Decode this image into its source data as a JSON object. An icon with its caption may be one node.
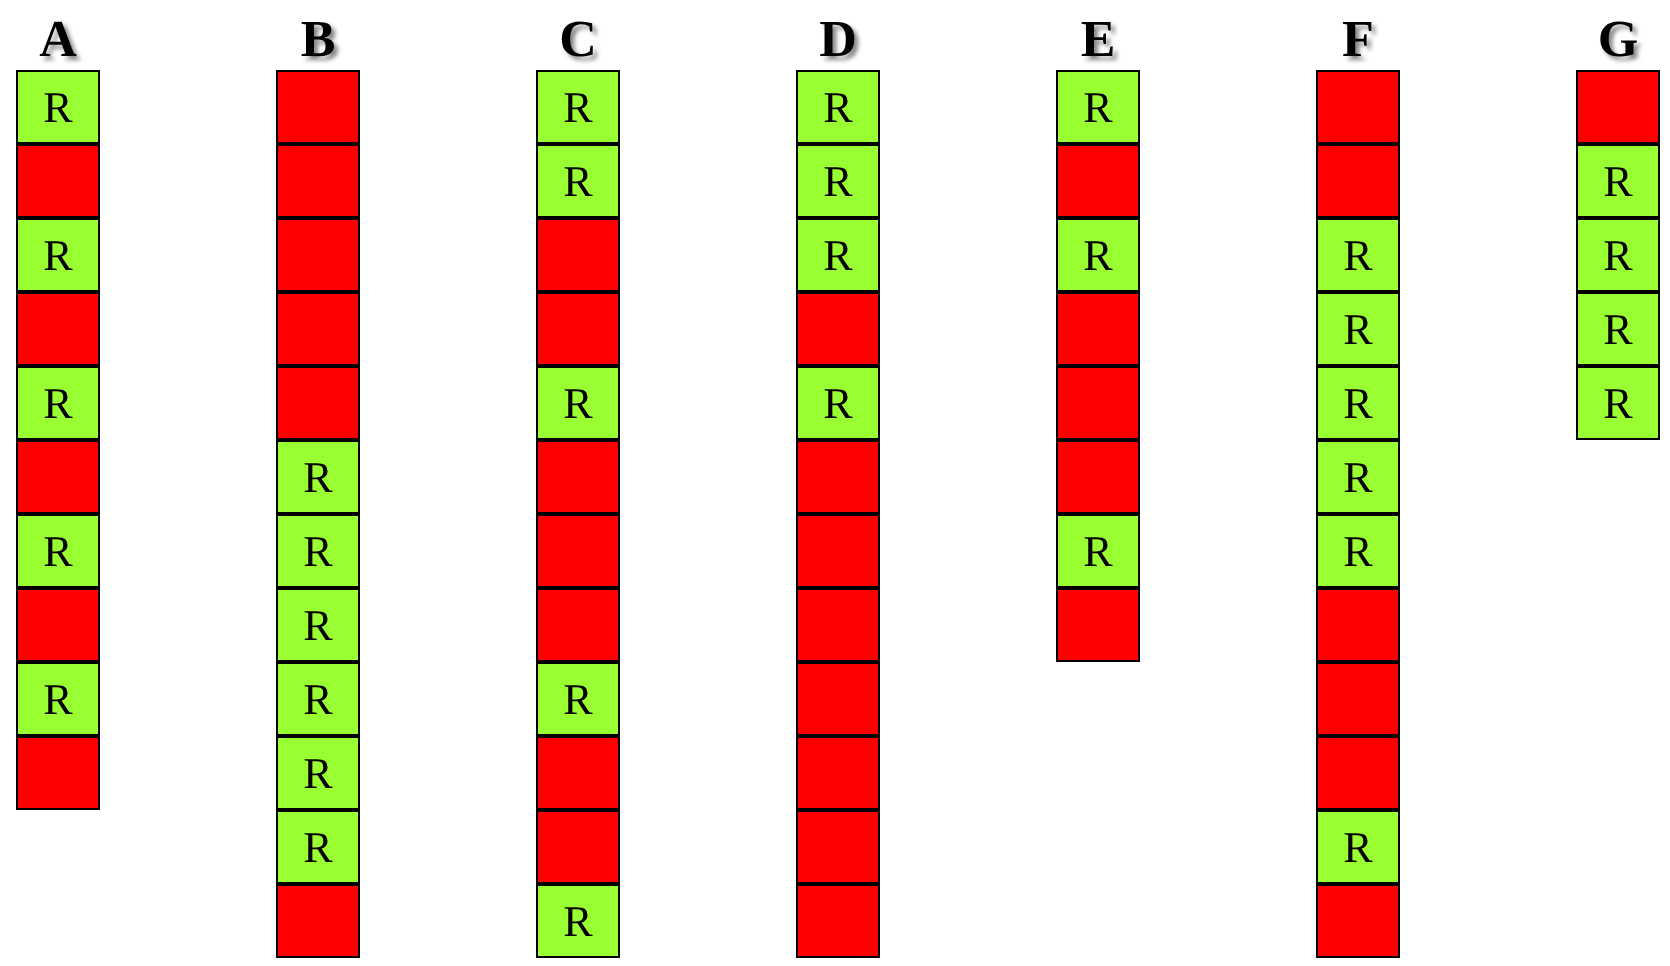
{
  "diagram": {
    "labels": [
      "A",
      "B",
      "C",
      "D",
      "E",
      "F",
      "G"
    ],
    "nodes": [
      {
        "text": [
          "R"
        ]
      },
      {
        "text": [],
        "shape": "box"
      },
      {
        "text": [
          "R"
        ]
      },
      {
        "text": [],
        "shape": "box"
      },
      {
        "text": [
          "R"
        ]
      },
      {
        "text": [],
        "shape": "box"
      },
      {
        "text": [
          "R"
        ]
      },
      {
        "text": [],
        "shape": "box"
      },
      {
        "text": [
          "R"
        ]
      },
      {
        "text": [],
        "shape": "box"
      },
      {
        "text": [],
        "shape": "box"
      },
      {
        "text": [],
        "shape": "box"
      },
      {
        "text": [],
        "shape": "box"
      },
      {
        "text": [],
        "shape": "box"
      },
      {
        "text": [],
        "shape": "box"
      },
      {
        "text": [
          "R"
        ]
      },
      {
        "text": [
          "R"
        ]
      },
      {
        "text": [
          "R"
        ]
      },
      {
        "text": [
          "R"
        ]
      },
      {
        "text": [
          "R"
        ]
      },
      {
        "text": [
          "R"
        ]
      },
      {
        "text": [],
        "shape": "box"
      },
      {
        "text": [
          "R"
        ]
      },
      {
        "text": [
          "R"
        ]
      },
      {
        "text": [],
        "shape": "box"
      },
      {
        "text": [],
        "shape": "box"
      },
      {
        "text": [
          "R"
        ]
      },
      {
        "text": [],
        "shape": "box"
      },
      {
        "text": [],
        "shape": "box"
      },
      {
        "text": [],
        "shape": "box"
      },
      {
        "text": [
          "R"
        ]
      },
      {
        "text": [],
        "shape": "box"
      },
      {
        "text": [],
        "shape": "box"
      },
      {
        "text": [
          "R"
        ]
      },
      {
        "text": [
          "R"
        ]
      },
      {
        "text": [
          "R"
        ]
      },
      {
        "text": [
          "R"
        ]
      },
      {
        "text": [],
        "shape": "box"
      },
      {
        "text": [
          "R"
        ]
      },
      {
        "text": [],
        "shape": "box"
      },
      {
        "text": [],
        "shape": "box"
      },
      {
        "text": [],
        "shape": "box"
      },
      {
        "text": [],
        "shape": "box"
      },
      {
        "text": [],
        "shape": "box"
      },
      {
        "text": [],
        "shape": "box"
      },
      {
        "text": [],
        "shape": "box"
      },
      {
        "text": [
          "R"
        ]
      },
      {
        "text": [],
        "shape": "box"
      },
      {
        "text": [
          "R"
        ]
      },
      {
        "text": [],
        "shape": "box"
      },
      {
        "text": [],
        "shape": "box"
      },
      {
        "text": [],
        "shape": "box"
      },
      {
        "text": [
          "R"
        ]
      },
      {
        "text": [],
        "shape": "box"
      },
      {
        "text": [],
        "shape": "box"
      },
      {
        "text": [],
        "shape": "box"
      },
      {
        "text": [
          "R"
        ]
      },
      {
        "text": [
          "R"
        ]
      },
      {
        "text": [
          "R"
        ]
      },
      {
        "text": [
          "R"
        ]
      },
      {
        "text": [
          "R"
        ]
      },
      {
        "text": [],
        "shape": "box"
      },
      {
        "text": [],
        "shape": "box"
      },
      {
        "text": [],
        "shape": "box"
      },
      {
        "text": [
          "R"
        ]
      },
      {
        "text": [],
        "shape": "box"
      },
      {
        "text": [],
        "shape": "box"
      },
      {
        "text": [
          "R"
        ]
      },
      {
        "text": [
          "R"
        ]
      },
      {
        "text": [
          "R"
        ]
      },
      {
        "text": [
          "R"
        ]
      }
    ]
  }
}
